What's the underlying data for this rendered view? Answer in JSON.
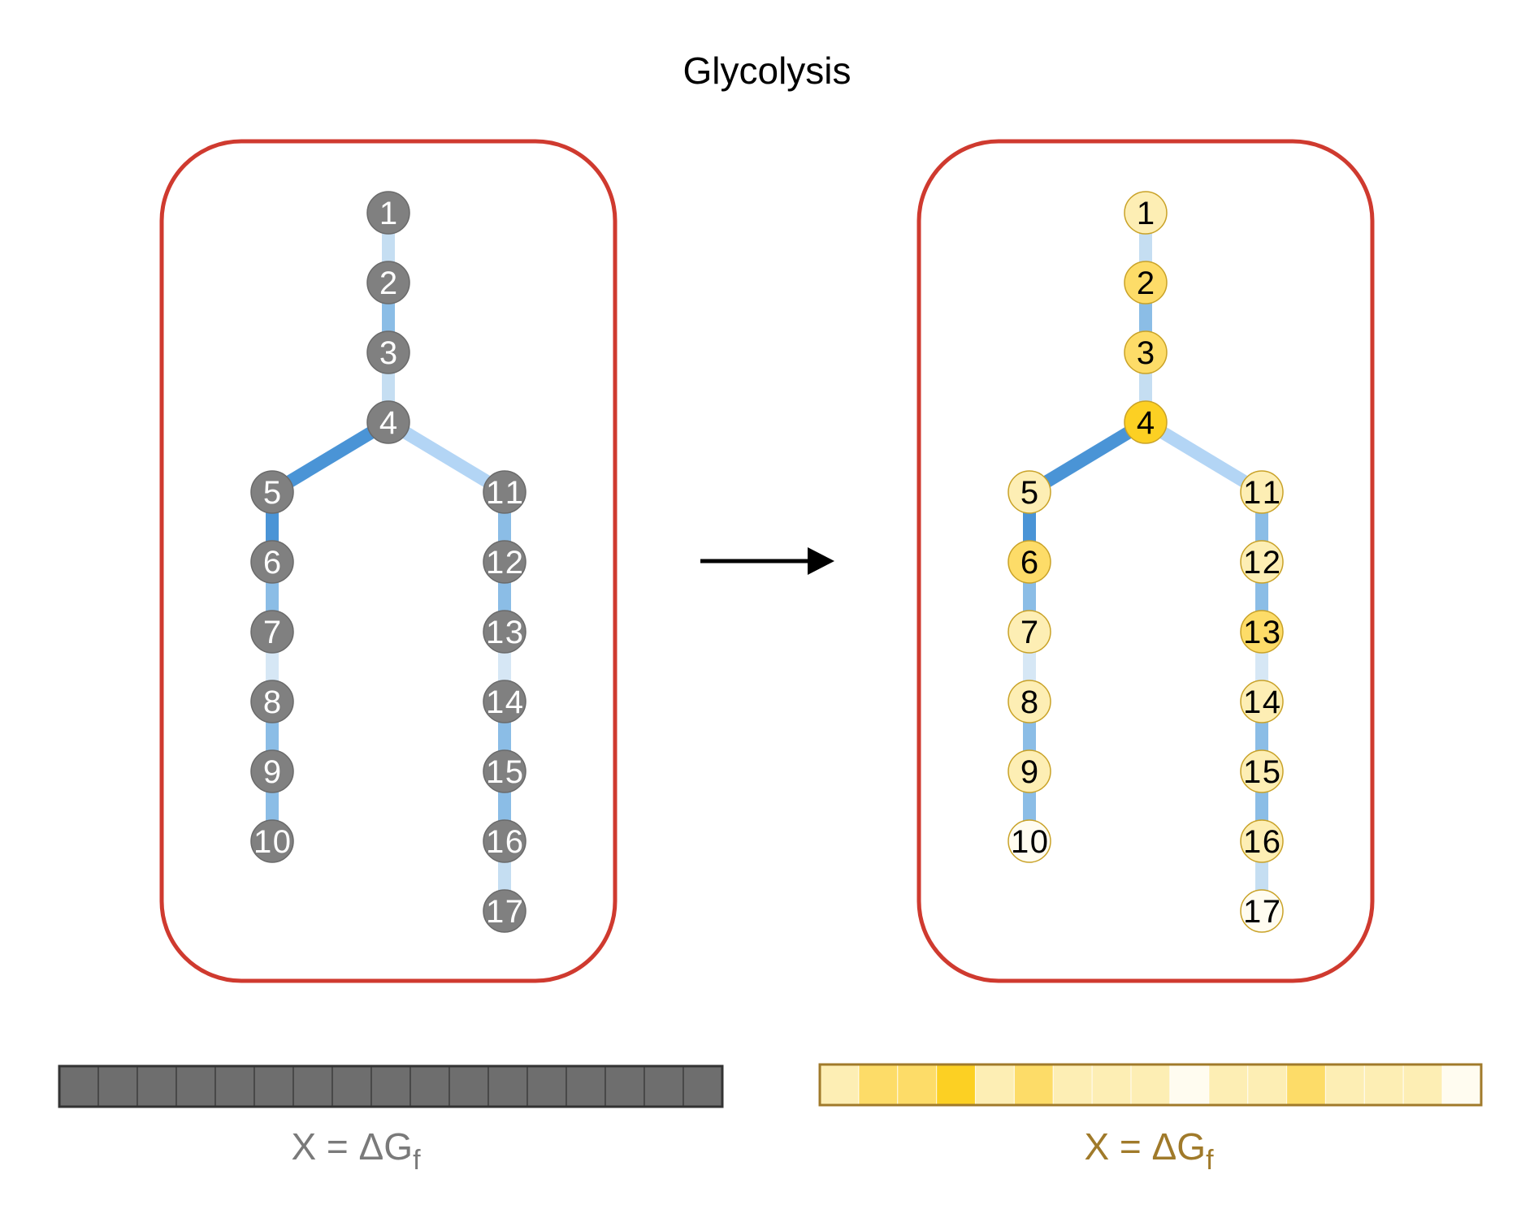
{
  "title": "Glycolysis",
  "left_panel": {
    "node_fill": "#808080",
    "node_stroke": "#6a6a6a",
    "label_color": "#ffffff"
  },
  "right_panel": {
    "label_color": "#000000",
    "node_stroke": "#c9a227"
  },
  "panel_border_color": "#cf3a2f",
  "nodes": [
    {
      "id": "1",
      "value": 0.2
    },
    {
      "id": "2",
      "value": 0.55
    },
    {
      "id": "3",
      "value": 0.55
    },
    {
      "id": "4",
      "value": 1.0
    },
    {
      "id": "5",
      "value": 0.2
    },
    {
      "id": "6",
      "value": 0.55
    },
    {
      "id": "7",
      "value": 0.2
    },
    {
      "id": "8",
      "value": 0.2
    },
    {
      "id": "9",
      "value": 0.2
    },
    {
      "id": "10",
      "value": 0.0
    },
    {
      "id": "11",
      "value": 0.2
    },
    {
      "id": "12",
      "value": 0.2
    },
    {
      "id": "13",
      "value": 0.55
    },
    {
      "id": "14",
      "value": 0.2
    },
    {
      "id": "15",
      "value": 0.2
    },
    {
      "id": "16",
      "value": 0.2
    },
    {
      "id": "17",
      "value": 0.0
    }
  ],
  "edges": [
    {
      "from": "1",
      "to": "2",
      "color": "#c5def2"
    },
    {
      "from": "2",
      "to": "3",
      "color": "#8bbde6"
    },
    {
      "from": "3",
      "to": "4",
      "color": "#c5def2"
    },
    {
      "from": "4",
      "to": "5",
      "color": "#4a94d6"
    },
    {
      "from": "4",
      "to": "11",
      "color": "#b3d5f5"
    },
    {
      "from": "5",
      "to": "6",
      "color": "#4a94d6"
    },
    {
      "from": "6",
      "to": "7",
      "color": "#8bbde6"
    },
    {
      "from": "7",
      "to": "8",
      "color": "#d6e7f5"
    },
    {
      "from": "8",
      "to": "9",
      "color": "#8bbde6"
    },
    {
      "from": "9",
      "to": "10",
      "color": "#8bbde6"
    },
    {
      "from": "11",
      "to": "12",
      "color": "#8bbde6"
    },
    {
      "from": "12",
      "to": "13",
      "color": "#8bbde6"
    },
    {
      "from": "13",
      "to": "14",
      "color": "#d6e7f5"
    },
    {
      "from": "14",
      "to": "15",
      "color": "#8bbde6"
    },
    {
      "from": "15",
      "to": "16",
      "color": "#8bbde6"
    },
    {
      "from": "16",
      "to": "17",
      "color": "#c5def2"
    }
  ],
  "left_bar": {
    "cell_fill": "#6e6e6e",
    "border_color": "#333333",
    "caption": "X = ΔG",
    "caption_sub": "f",
    "caption_color": "#7a7a7a"
  },
  "right_bar": {
    "border_color": "#a07a2a",
    "caption": "X = ΔG",
    "caption_sub": "f",
    "caption_color": "#a07a2a"
  },
  "colors": {
    "arrow": "#000000",
    "scale_0": "#fffcf0",
    "scale_low": "#fdeeb4",
    "scale_mid": "#fddc68",
    "scale_high": "#fcd023"
  }
}
